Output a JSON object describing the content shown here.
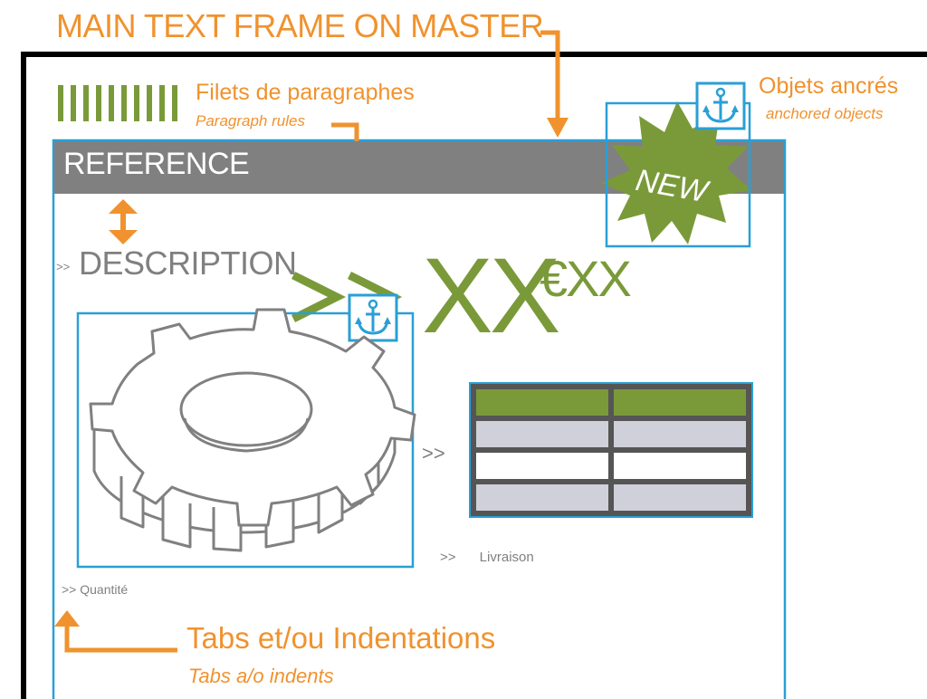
{
  "labels": {
    "main_frame": "MAIN TEXT FRAME ON MASTER",
    "paragraph_rules_fr": "Filets de paragraphes",
    "paragraph_rules_en": "Paragraph rules",
    "anchored_objects_fr": "Objets ancrés",
    "anchored_objects_en": "anchored objects",
    "tabs_fr": "Tabs et/ou Indentations",
    "tabs_en": "Tabs a/o indents"
  },
  "layout_content": {
    "reference": "REFERENCE",
    "description_prefix": ">>",
    "description": "DESCRIPTION",
    "price_arrows": ">>",
    "price_main": "XX",
    "price_sup": "€XX",
    "table_prefix": ">>",
    "livraison": ">> Livraison",
    "quantite": ">> Quantité",
    "badge": "NEW"
  },
  "colors": {
    "orange": "#f0922e",
    "green": "#7a9a3a",
    "blue": "#2a9fd6",
    "grey": "#808080"
  },
  "icons": [
    "anchor-icon",
    "gear-icon",
    "starburst-badge",
    "paragraph-rule-icon",
    "arrow-icon"
  ]
}
